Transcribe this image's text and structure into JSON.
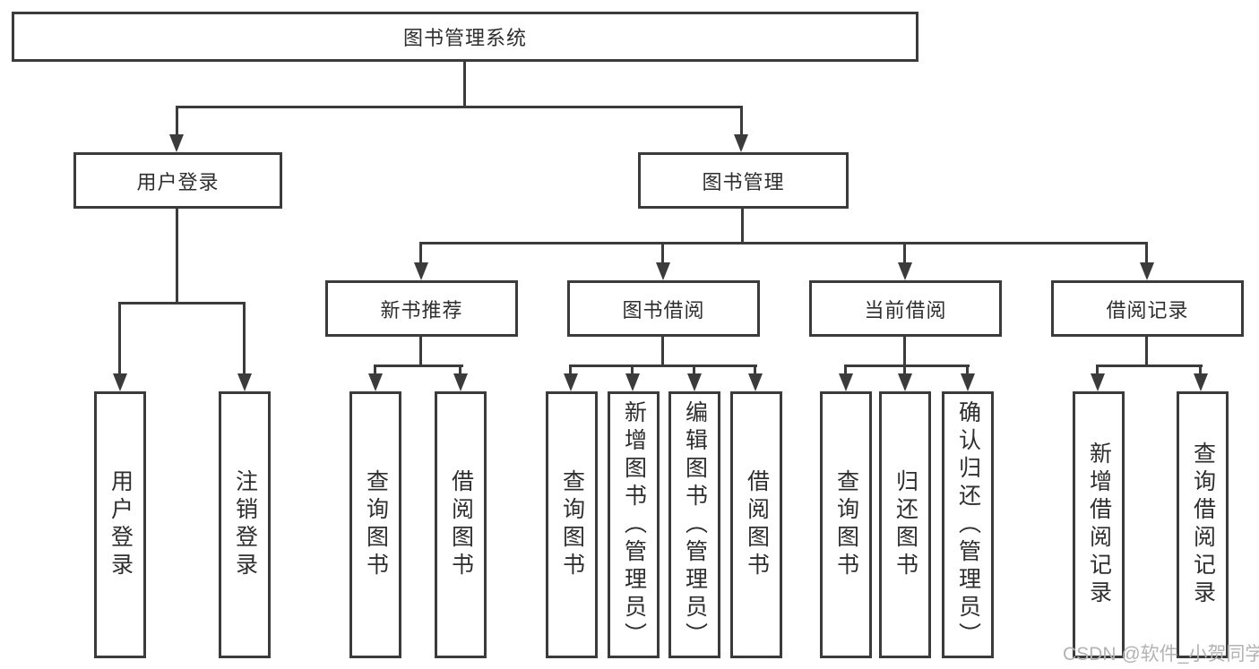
{
  "watermark": "CSDN @软件_小贺同学",
  "colors": {
    "line": "#3b3b3b",
    "text": "#2e2e2e",
    "watermark": "#b3b3b3",
    "background": "#ffffff"
  },
  "tree": {
    "root": "图书管理系统",
    "children": [
      {
        "label": "用户登录",
        "children": [
          "用户登录",
          "注销登录"
        ]
      },
      {
        "label": "图书管理",
        "children": [
          {
            "label": "新书推荐",
            "children": [
              "查询图书",
              "借阅图书"
            ]
          },
          {
            "label": "图书借阅",
            "children": [
              "查询图书",
              "新增图书（管理员）",
              "编辑图书（管理员）",
              "借阅图书"
            ]
          },
          {
            "label": "当前借阅",
            "children": [
              "查询图书",
              "归还图书",
              "确认归还（管理员）"
            ]
          },
          {
            "label": "借阅记录",
            "children": [
              "新增借阅记录",
              "查询借阅记录"
            ]
          }
        ]
      }
    ]
  }
}
